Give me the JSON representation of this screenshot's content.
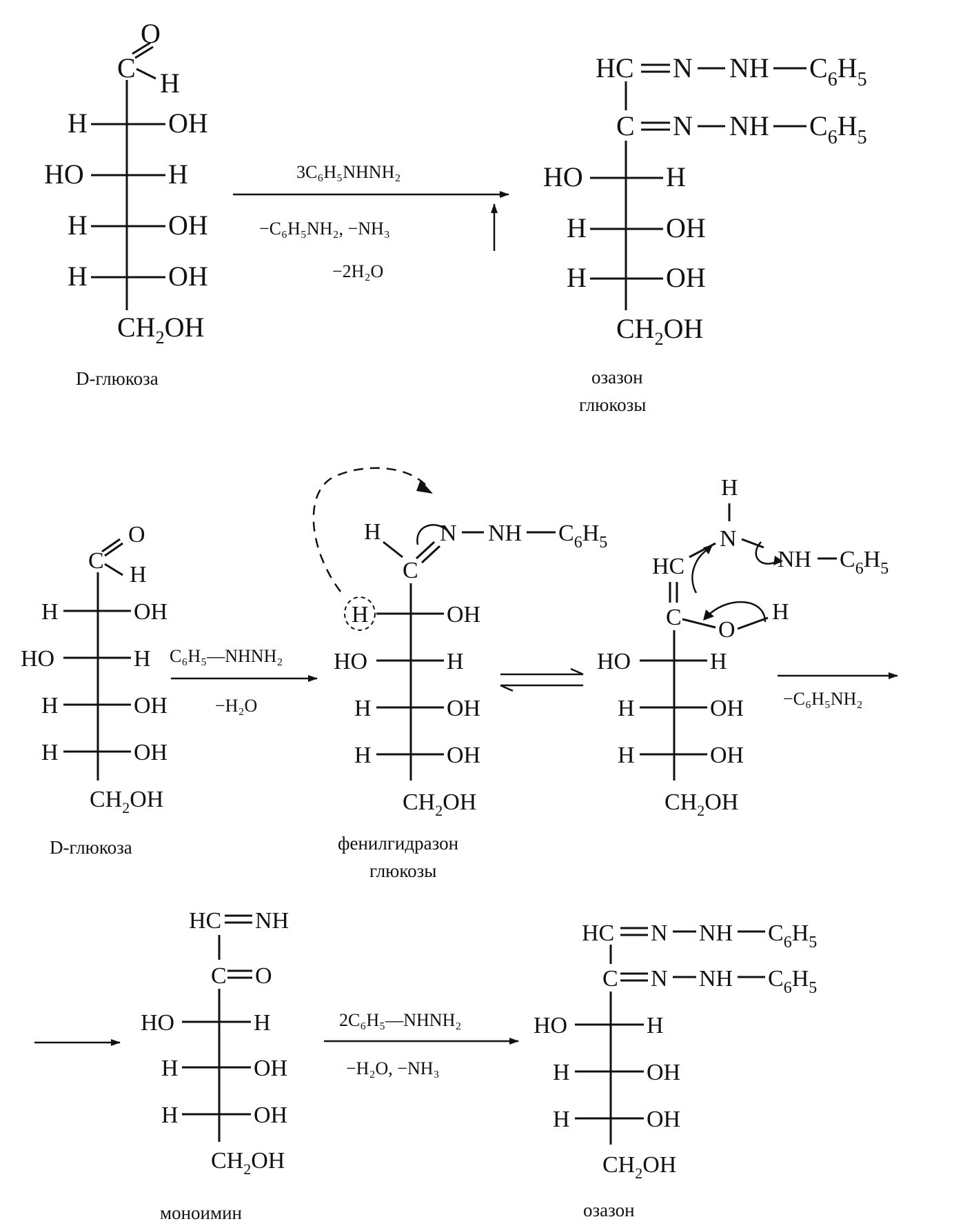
{
  "scheme1": {
    "reagent_top": "3C₆H₅NHNH₂",
    "reagent_bottom": "−C₆H₅NH₂, −NH₃",
    "reagent_water": "−2H₂O",
    "start_caption": "D-глюкоза",
    "product_caption_line1": "озазон",
    "product_caption_line2": "глюкозы"
  },
  "scheme2": {
    "reagent1_top": "C₆H₅—NHNH₂",
    "reagent1_bottom": "−H₂O",
    "start_caption": "D-глюкоза",
    "intermediate_caption_line1": "фенилгидразон",
    "intermediate_caption_line2": "глюкозы",
    "reagent2_bottom": "−C₆H₅NH₂"
  },
  "scheme3": {
    "reagent_top": "2C₆H₅—NHNH₂",
    "reagent_bottom": "−H₂O, −NH₃",
    "monoimine_caption": "моноимин",
    "product_caption": "озазон"
  }
}
